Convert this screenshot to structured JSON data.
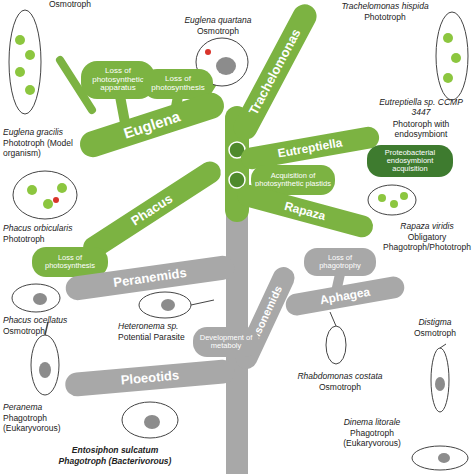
{
  "diagram": {
    "nodes": [
      {
        "text": [
          "Loss of photosynthetic apparatus"
        ]
      },
      {
        "text": [
          "Loss of photosynthesis"
        ]
      },
      {
        "text": [
          "Trachelomonas"
        ]
      },
      {
        "text": [
          "Euglena"
        ]
      },
      {
        "text": [
          "Eutreptiella"
        ]
      },
      {
        "text": [
          "Proteobacterial endosymbiont acquisition"
        ]
      },
      {
        "text": [
          "Acquisition of photosynthetic plastids"
        ]
      },
      {
        "text": [
          "Phacus"
        ]
      },
      {
        "text": [
          "Rapaza"
        ]
      },
      {
        "text": [
          "Loss of photosynthesis"
        ]
      },
      {
        "text": [
          "Loss of phagotrophy"
        ]
      },
      {
        "text": [
          "Peranemids"
        ]
      },
      {
        "text": [
          "Aphagea"
        ]
      },
      {
        "text": [
          "Anisonemids"
        ]
      },
      {
        "text": [
          "Development of metaboly"
        ]
      },
      {
        "text": [
          "Ploeotids"
        ]
      }
    ],
    "labels": [
      "Osmotroph",
      "Trachelomonas hispida",
      "Phototroph",
      "Euglena quartana",
      "Osmotroph",
      "Eutreptiella sp. CCMP 3447",
      "Photoroph with endosymbiont",
      "Euglena gracilis",
      "Phototroph (Model organism)",
      "Phacus orbicularis",
      "Phototroph",
      "Rapaza viridis",
      "Obligatory Phagotroph/Phototroph",
      "Phacus ocellatus",
      "Osmotroph",
      "Heteronema sp.",
      "Potential Parasite",
      "Distigma",
      "Osmotroph",
      "Rhabdomonas costata",
      "Osmotroph",
      "Peranema",
      "Phagotroph (Eukaryvorous)",
      "Dinema litorale",
      "Phagotroph (Eukaryvorous)",
      "Entosiphon sulcatum",
      "Phagotroph (Bacterivorous)"
    ]
  }
}
